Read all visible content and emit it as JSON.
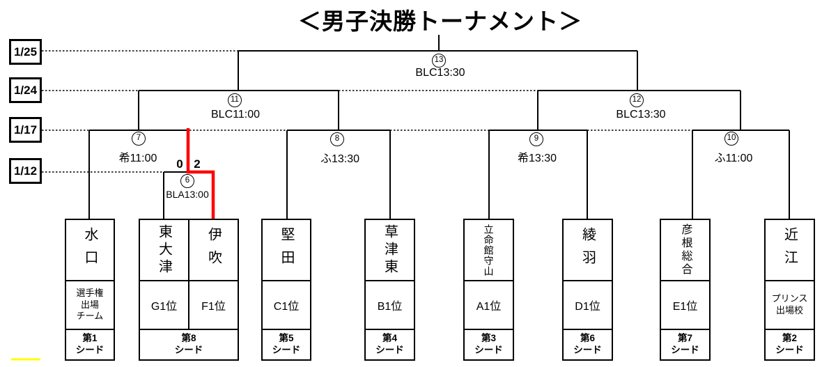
{
  "title": "＜男子決勝トーナメント＞",
  "dates": [
    "1/25",
    "1/24",
    "1/17",
    "1/12"
  ],
  "matches": {
    "m6": {
      "number": "6",
      "label": "BLA13:00",
      "score_left": "0",
      "score_right": "2"
    },
    "m7": {
      "number": "7",
      "label": "希11:00"
    },
    "m8": {
      "number": "8",
      "label": "ふ13:30"
    },
    "m9": {
      "number": "9",
      "label": "希13:30"
    },
    "m10": {
      "number": "10",
      "label": "ふ11:00"
    },
    "m11": {
      "number": "11",
      "label": "BLC11:00"
    },
    "m12": {
      "number": "12",
      "label": "BLC13:30"
    },
    "m13": {
      "number": "13",
      "label": "BLC13:30"
    }
  },
  "boxes": [
    {
      "names": [
        "水口"
      ],
      "qualifiers": [
        "選手権\n出場\nチーム"
      ],
      "seed": "第1\nシード"
    },
    {
      "names": [
        "東大津",
        "伊吹"
      ],
      "qualifiers": [
        "G1位",
        "F1位"
      ],
      "seed": "第8\nシード"
    },
    {
      "names": [
        "堅田"
      ],
      "qualifiers": [
        "C1位"
      ],
      "seed": "第5\nシード"
    },
    {
      "names": [
        "草津東"
      ],
      "qualifiers": [
        "B1位"
      ],
      "seed": "第4\nシード"
    },
    {
      "names": [
        "立命館守山"
      ],
      "qualifiers": [
        "A1位"
      ],
      "seed": "第3\nシード"
    },
    {
      "names": [
        "綾羽"
      ],
      "qualifiers": [
        "D1位"
      ],
      "seed": "第6\nシード"
    },
    {
      "names": [
        "彦根総合"
      ],
      "qualifiers": [
        "E1位"
      ],
      "seed": "第7\nシード"
    },
    {
      "names": [
        "近江"
      ],
      "qualifiers": [
        "プリンス\n出場校"
      ],
      "seed": "第2\nシード"
    }
  ],
  "colors": {
    "line": "#000000",
    "winner_path": "#ff0000",
    "underline": "#ffff00"
  }
}
